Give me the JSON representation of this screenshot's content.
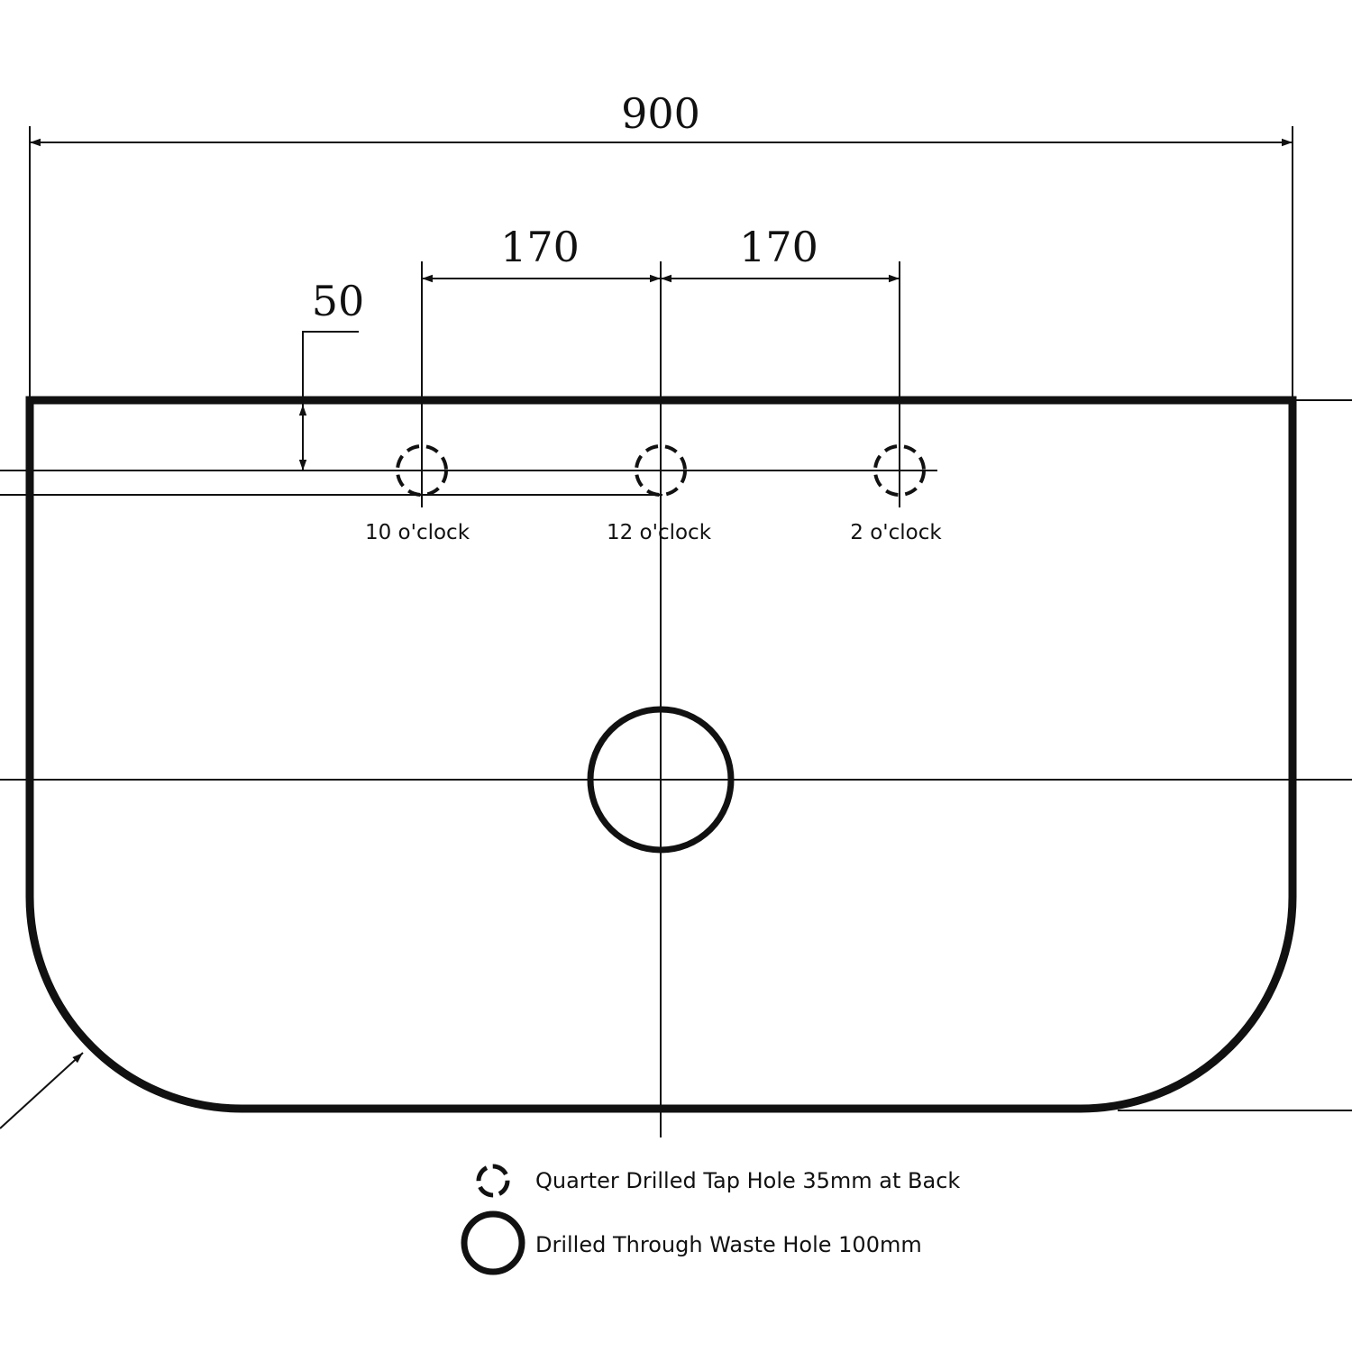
{
  "drawing": {
    "dimensions": {
      "overall_width": "900",
      "spacing_left": "170",
      "spacing_right": "170",
      "offset_from_back": "50"
    },
    "tap_holes": [
      {
        "label": "10 o'clock"
      },
      {
        "label": "12 o'clock"
      },
      {
        "label": "2 o'clock"
      }
    ],
    "legend": [
      {
        "icon": "dashed-circle-icon",
        "text": "Quarter Drilled Tap Hole 35mm at Back"
      },
      {
        "icon": "solid-circle-icon",
        "text": "Drilled Through Waste Hole 100mm"
      }
    ]
  }
}
